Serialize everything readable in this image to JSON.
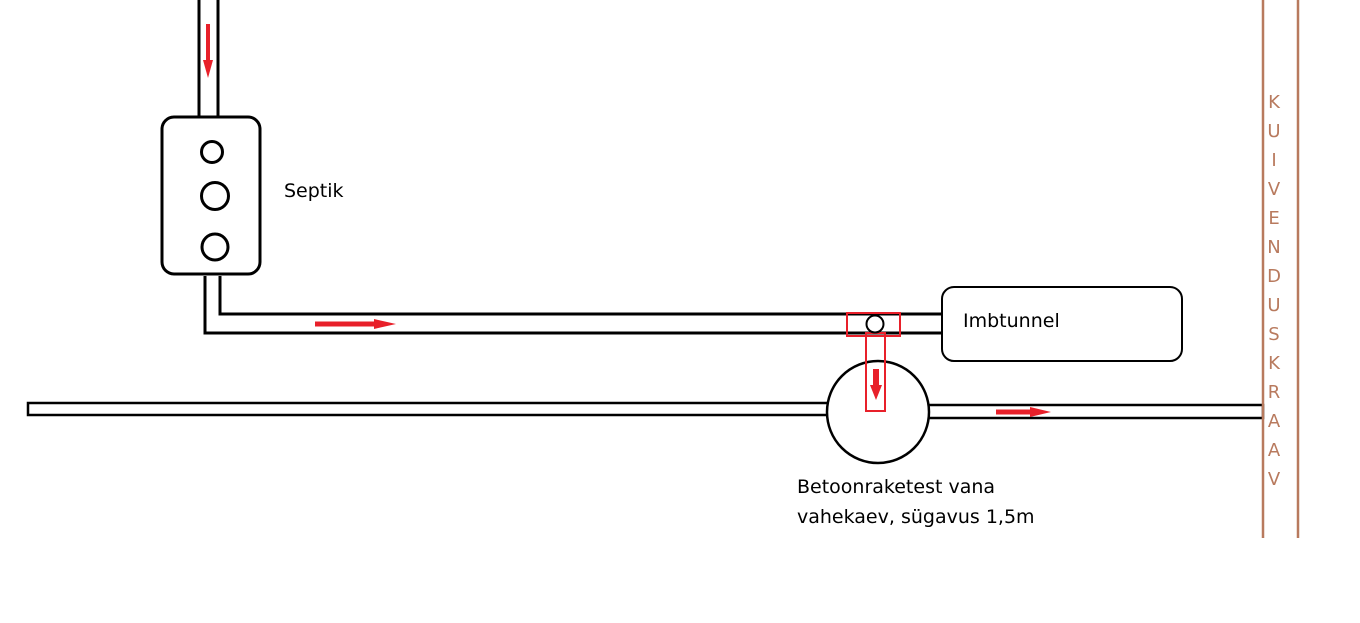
{
  "labels": {
    "septic": "Septik",
    "infiltration_tunnel": "Imbtunnel",
    "well_line1": "Betoonraketest vana",
    "well_line2": "vahekaev, sügavus 1,5m"
  },
  "ditch": {
    "letters": [
      "K",
      "U",
      "I",
      "V",
      "E",
      "N",
      "D",
      "U",
      "S",
      "K",
      "R",
      "A",
      "A",
      "V"
    ]
  },
  "colors": {
    "line": "#000000",
    "flow_arrow": "#e8202a",
    "ditch": "#b87a5e",
    "background": "#ffffff"
  }
}
